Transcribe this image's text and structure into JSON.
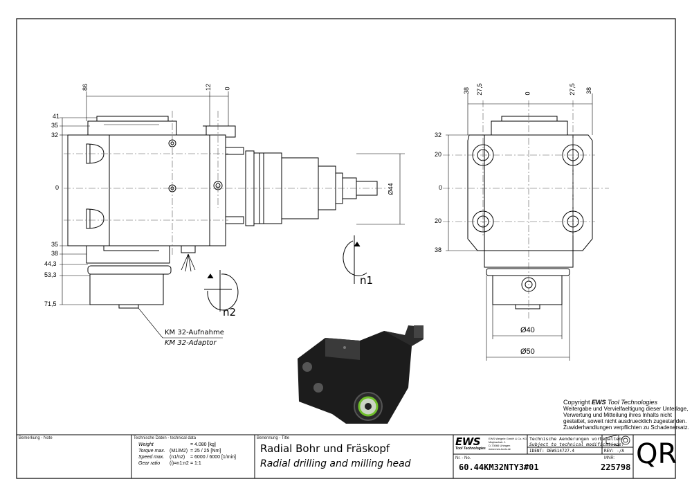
{
  "dimensions_left": {
    "top": [
      "86",
      "12",
      "0"
    ],
    "side": [
      "41",
      "35",
      "32",
      "0",
      "35",
      "38",
      "44,3",
      "53,3",
      "71,5"
    ],
    "diameter": "Ø44"
  },
  "dimensions_right": {
    "top": [
      "38",
      "27,5",
      "0",
      "27,5",
      "38"
    ],
    "side": [
      "32",
      "20",
      "0",
      "20",
      "38"
    ],
    "d40": "Ø40",
    "d50": "Ø50"
  },
  "rotation": {
    "n1": "n1",
    "n2": "n2"
  },
  "leader": {
    "de": "KM 32-Aufnahme",
    "en": "KM 32-Adaptor"
  },
  "copyright": {
    "line1_prefix": "Copyright ",
    "brand": "EWS",
    "line1_suffix": " Tool Technologies",
    "lines": [
      "Weitergabe und Vervielfaeltigung dieser Unterlage,",
      "Verwertung und Mitteilung ihres Inhalts nicht",
      "gestattet, soweit nicht ausdruecklich zugestanden.",
      "Zuwiderhandlungen verpflichten zu Schadenersatz."
    ]
  },
  "titleblock": {
    "remark_label": "Bemerkung - Note",
    "techdata_label": "Technische Daten - technical data",
    "techdata": [
      {
        "name": "Weight",
        "sym": "",
        "val": "= 4.080 [kg]"
      },
      {
        "name": "Torque max.",
        "sym": "(M1/M2)",
        "val": "= 25 / 25 [Nm]"
      },
      {
        "name": "Speed max.",
        "sym": "(n1/n2)",
        "val": "= 6000 / 6000 [1/min]"
      },
      {
        "name": "Gear ratio",
        "sym": "(i)=n1:n2",
        "val": "= 1:1"
      }
    ],
    "name_label": "Benennung - Title",
    "title_de": "Radial Bohr und Fräskopf",
    "title_en": "Radial drilling and milling head",
    "logo": "EWS",
    "logo_sub": "Tool Technologies",
    "company": [
      "EWS Weigele GmbH & Co. KG",
      "Maybachstr. 1",
      "D-73066 Uhingen",
      "www.ews-tools.de"
    ],
    "notice_de": "Technische Aenderungen vorbehalten!",
    "notice_en": "Subject to technical modifications!",
    "ident_label": "IDENT:",
    "ident": "DEWS14727.4",
    "rev_label": "REV:",
    "rev": "-/A",
    "nr_label": "Nr. - No.",
    "part_no": "60.44KM32NTY3#01",
    "mnr_label": "MNR:",
    "mnr": "225798",
    "qr": "QR"
  },
  "colors": {
    "line": "#000000",
    "centerline": "#555555",
    "fill": "#ffffff",
    "render_dark": "#1c1c1c",
    "render_accent": "#6fbf2a"
  }
}
